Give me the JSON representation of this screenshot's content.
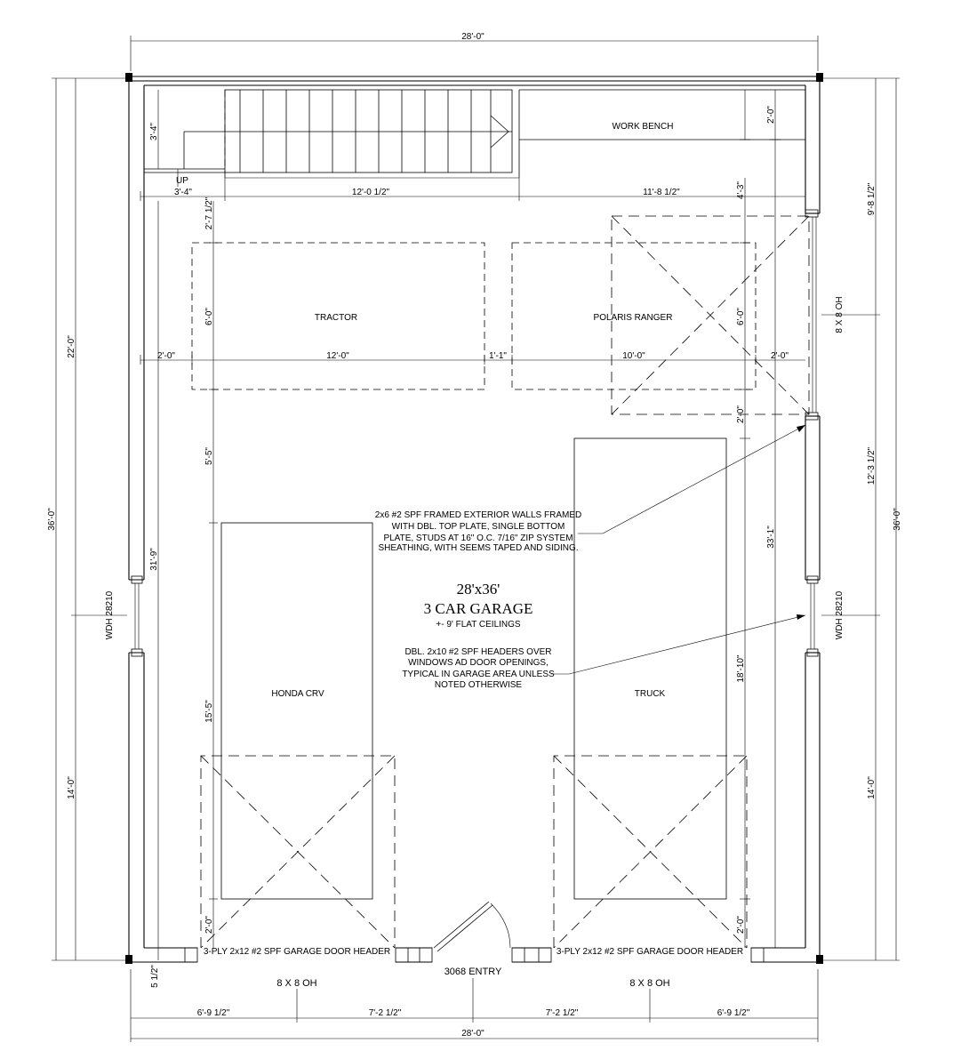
{
  "dimensions": {
    "top_overall": "28'-0\"",
    "bottom_overall": "28'-0\"",
    "left_overall": "36'-0\"",
    "right_overall": "36'-0\"",
    "left_upper": "22'-0\"",
    "left_lower": "14'-0\"",
    "right_upper": "9'-8 1/2\"",
    "right_middle": "12'-3 1/2\"",
    "right_lower": "14'-0\"",
    "stair_landing_depth": "3'-4\"",
    "stair_landing_width": "3'-4\"",
    "stair_run": "12'-0 1/2\"",
    "bench_offset": "11'-8 1/2\"",
    "bench_depth": "2'-0\"",
    "bench_clear": "4'-3\"",
    "to_tractor": "2'-7 1/2\"",
    "tractor_depth": "6'-0\"",
    "ranger_depth": "6'-0\"",
    "left_clear": "2'-0\"",
    "tractor_width": "12'-0\"",
    "between_vehicles": "1'-1\"",
    "ranger_width": "10'-0\"",
    "right_clear": "2'-0\"",
    "to_crv": "5'-5\"",
    "inner_left_height": "31'-9\"",
    "crv_length": "15'-5\"",
    "truck_clear": "2'-0\"",
    "inner_right_height": "33'-1\"",
    "truck_length": "18'-10\"",
    "door_left_clear": "2'-0\"",
    "door_right_clear": "2'-0\"",
    "corner_offset": "5 1/2\"",
    "bottom_seg1": "6'-9 1/2\"",
    "bottom_seg2": "7'-2 1/2\"",
    "bottom_seg3": "7'-2 1/2\"",
    "bottom_seg4": "6'-9 1/2\""
  },
  "labels": {
    "stair_up": "UP",
    "work_bench": "WORK BENCH",
    "tractor": "TRACTOR",
    "polaris": "POLARIS RANGER",
    "honda": "HONDA CRV",
    "truck": "TRUCK",
    "garage_size": "28'x36'",
    "garage_name": "3 CAR GARAGE",
    "ceilings": "+- 9' FLAT CEILINGS",
    "door_left": "8 X 8 OH",
    "door_right": "8 X 8 OH",
    "door_east": "8 X 8 OH",
    "entry": "3068 ENTRY",
    "window_left": "WDH 28210",
    "window_right": "WDH 28210",
    "header_left": "3-PLY 2x12 #2 SPF GARAGE DOOR HEADER",
    "header_right": "3-PLY 2x12 #2 SPF GARAGE DOOR HEADER"
  },
  "notes": {
    "walls": [
      "2x6 #2 SPF FRAMED EXTERIOR WALLS FRAMED",
      "WITH DBL. TOP PLATE, SINGLE BOTTOM",
      "PLATE, STUDS AT 16\" O.C. 7/16\" ZIP SYSTEM",
      "SHEATHING, WITH SEEMS TAPED AND SIDING."
    ],
    "headers": [
      "DBL. 2x10 #2 SPF HEADERS OVER",
      "WINDOWS AD DOOR OPENINGS,",
      "TYPICAL IN GARAGE AREA UNLESS",
      "NOTED OTHERWISE"
    ]
  }
}
